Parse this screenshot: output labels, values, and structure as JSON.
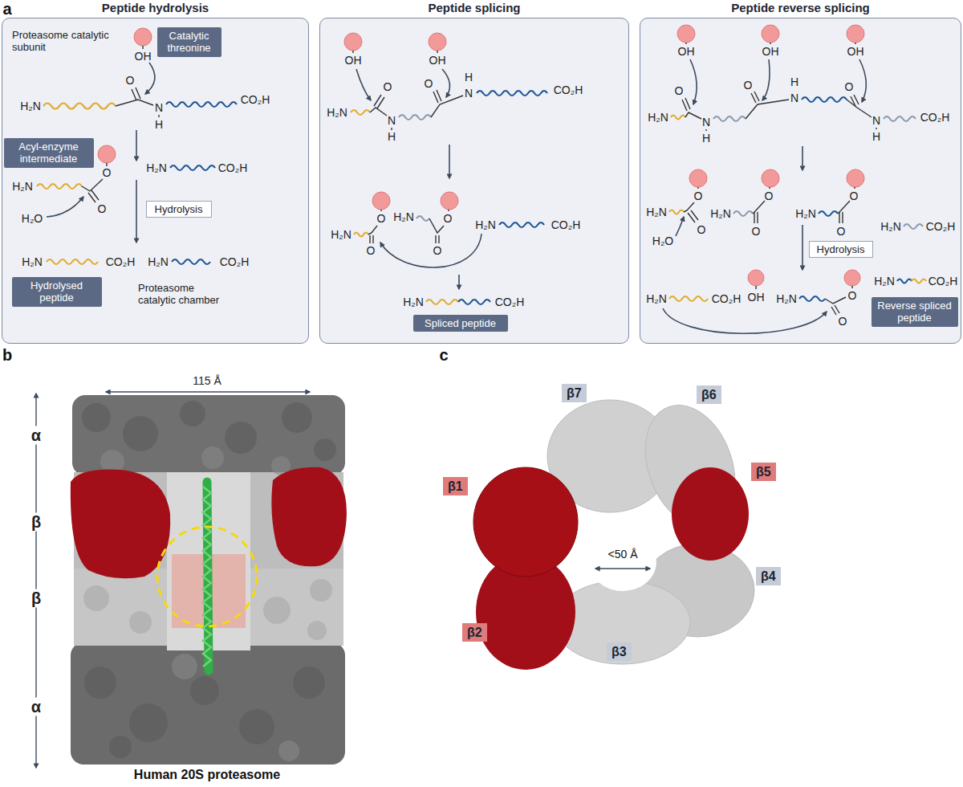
{
  "diagram": {
    "nodes": [
      {
        "text": [
          "Peptide hydrolysis"
        ]
      },
      {
        "text": [
          "Catalytic threonine"
        ],
        "in": 0
      },
      {
        "text": [
          "Acyl-enzyme intermediate"
        ],
        "in": 0
      },
      {
        "text": [
          "Hydrolysis"
        ],
        "in": 0
      },
      {
        "text": [
          "Hydrolysed peptide"
        ],
        "in": 0
      },
      {
        "text": [
          "Peptide splicing"
        ]
      },
      {
        "text": [
          "Spliced peptide"
        ],
        "in": 5
      },
      {
        "text": [
          "Peptide reverse splicing"
        ]
      },
      {
        "text": [
          "Hydrolysis"
        ],
        "in": 7
      },
      {
        "text": [
          "Reverse spliced peptide"
        ],
        "in": 7
      },
      {
        "text": [
          "β7"
        ]
      },
      {
        "text": [
          "β6"
        ]
      },
      {
        "text": [
          "β1"
        ]
      },
      {
        "text": [
          "β5"
        ]
      },
      {
        "text": [
          "β4"
        ]
      },
      {
        "text": [
          "β2"
        ]
      },
      {
        "text": [
          "β3"
        ]
      }
    ],
    "labels": [
      "a",
      "Proteasome catalytic subunit",
      "OH",
      "O",
      "H₂N",
      "N",
      "H",
      "CO₂H",
      "H₂N",
      "O",
      "O",
      "H₂O",
      "H₂N",
      "CO₂H",
      "H₂N",
      "CO₂H",
      "H₂N",
      "CO₂H",
      "Proteasome catalytic chamber",
      "OH",
      "OH",
      "H₂N",
      "O",
      "N",
      "H",
      "O",
      "H",
      "N",
      "CO₂H",
      "O",
      "H₂N",
      "O",
      "H₂N",
      "O",
      "O",
      "H₂N",
      "CO₂H",
      "H₂N",
      "CO₂H",
      "OH",
      "OH",
      "OH",
      "H₂N",
      "O",
      "N",
      "H",
      "O",
      "H",
      "N",
      "O",
      "N",
      "H",
      "CO₂H",
      "O",
      "H₂N",
      "O",
      "H₂O",
      "O",
      "H₂N",
      "O",
      "O",
      "H₂N",
      "O",
      "H₂N",
      "CO₂H",
      "H₂N",
      "CO₂H",
      "OH",
      "H₂N",
      "O",
      "O",
      "H₂N",
      "CO₂H",
      "b",
      "115 Å",
      "α",
      "β",
      "β",
      "α",
      "Human 20S proteasome",
      "c",
      "<50 Å"
    ]
  }
}
